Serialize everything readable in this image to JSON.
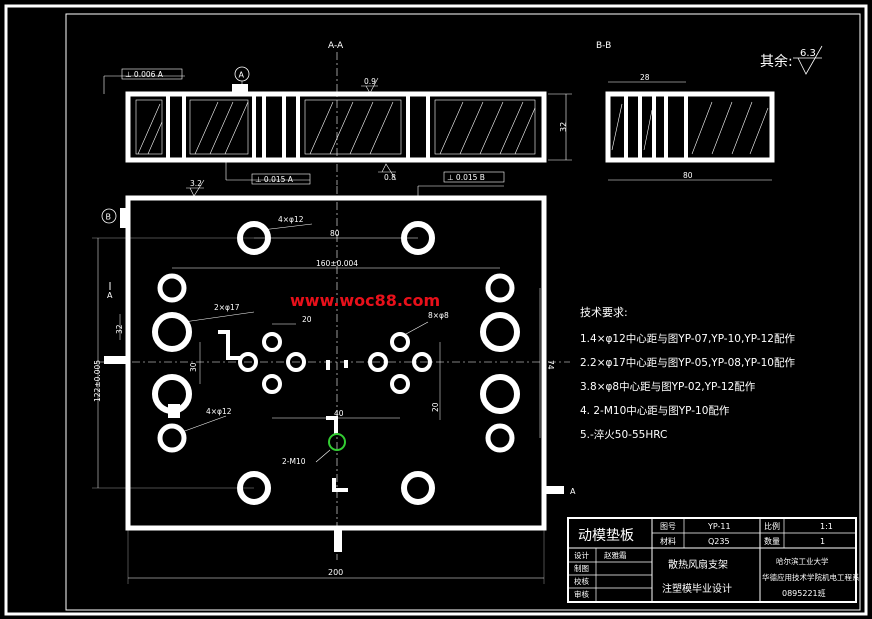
{
  "watermark": "www.woc88.com",
  "section_labels": {
    "aa": "A-A",
    "bb": "B-B"
  },
  "roughness_note": "其余:",
  "roughness_value": "6.3",
  "top_view": {
    "flatness_callout": "⊥ 0.006 A",
    "datum_a": "A",
    "roughness_top": "0.9",
    "roughness_bottom": "0.8",
    "perp_callout": "⊥ 0.015 A",
    "thickness": "32"
  },
  "side_view": {
    "dim_top": "28",
    "dim_bottom": "80"
  },
  "plan_view": {
    "perp_callout": "⊥ 0.015 B",
    "roughness": "3.2",
    "datum_b": "B",
    "section_a": "A",
    "section_a_right": "A",
    "dim_holes_4x12_top": "4×φ12",
    "dim_80": "80",
    "dim_160": "160±0.004",
    "dim_2x17": "2×φ17",
    "dim_20_top": "20",
    "dim_8x8": "8×φ8",
    "dim_30": "30",
    "dim_20_right": "20",
    "dim_40": "40",
    "dim_74": "74",
    "dim_4x12_bottom": "4×φ12",
    "dim_2m10": "2-M10",
    "dim_122": "122±0.005",
    "dim_32_left": "32",
    "dim_200": "200"
  },
  "tech_requirements": {
    "title": "技术要求:",
    "items": [
      "1.4×φ12中心距与图YP-07,YP-10,YP-12配作",
      "2.2×φ17中心距与图YP-05,YP-08,YP-10配作",
      "3.8×φ8中心距与图YP-02,YP-12配作",
      "4. 2-M10中心距与图YP-10配作",
      "5.-淬火50-55HRC"
    ]
  },
  "title_block": {
    "part_name": "动模垫板",
    "drawing_no_label": "图号",
    "drawing_no": "YP-11",
    "scale_label": "比例",
    "scale": "1:1",
    "material_label": "材料",
    "material": "Q235",
    "quantity_label": "数量",
    "quantity": "1",
    "design_label": "设计",
    "designer": "赵雅霜",
    "drawing_label": "制图",
    "check_label": "校核",
    "audit_label": "审核",
    "project_line1": "散热风扇支架",
    "project_line2": "注塑模毕业设计",
    "school_line1": "哈尔滨工业大学",
    "school_line2": "华德应用技术学院机电工程系",
    "student_id": "0895221班"
  }
}
